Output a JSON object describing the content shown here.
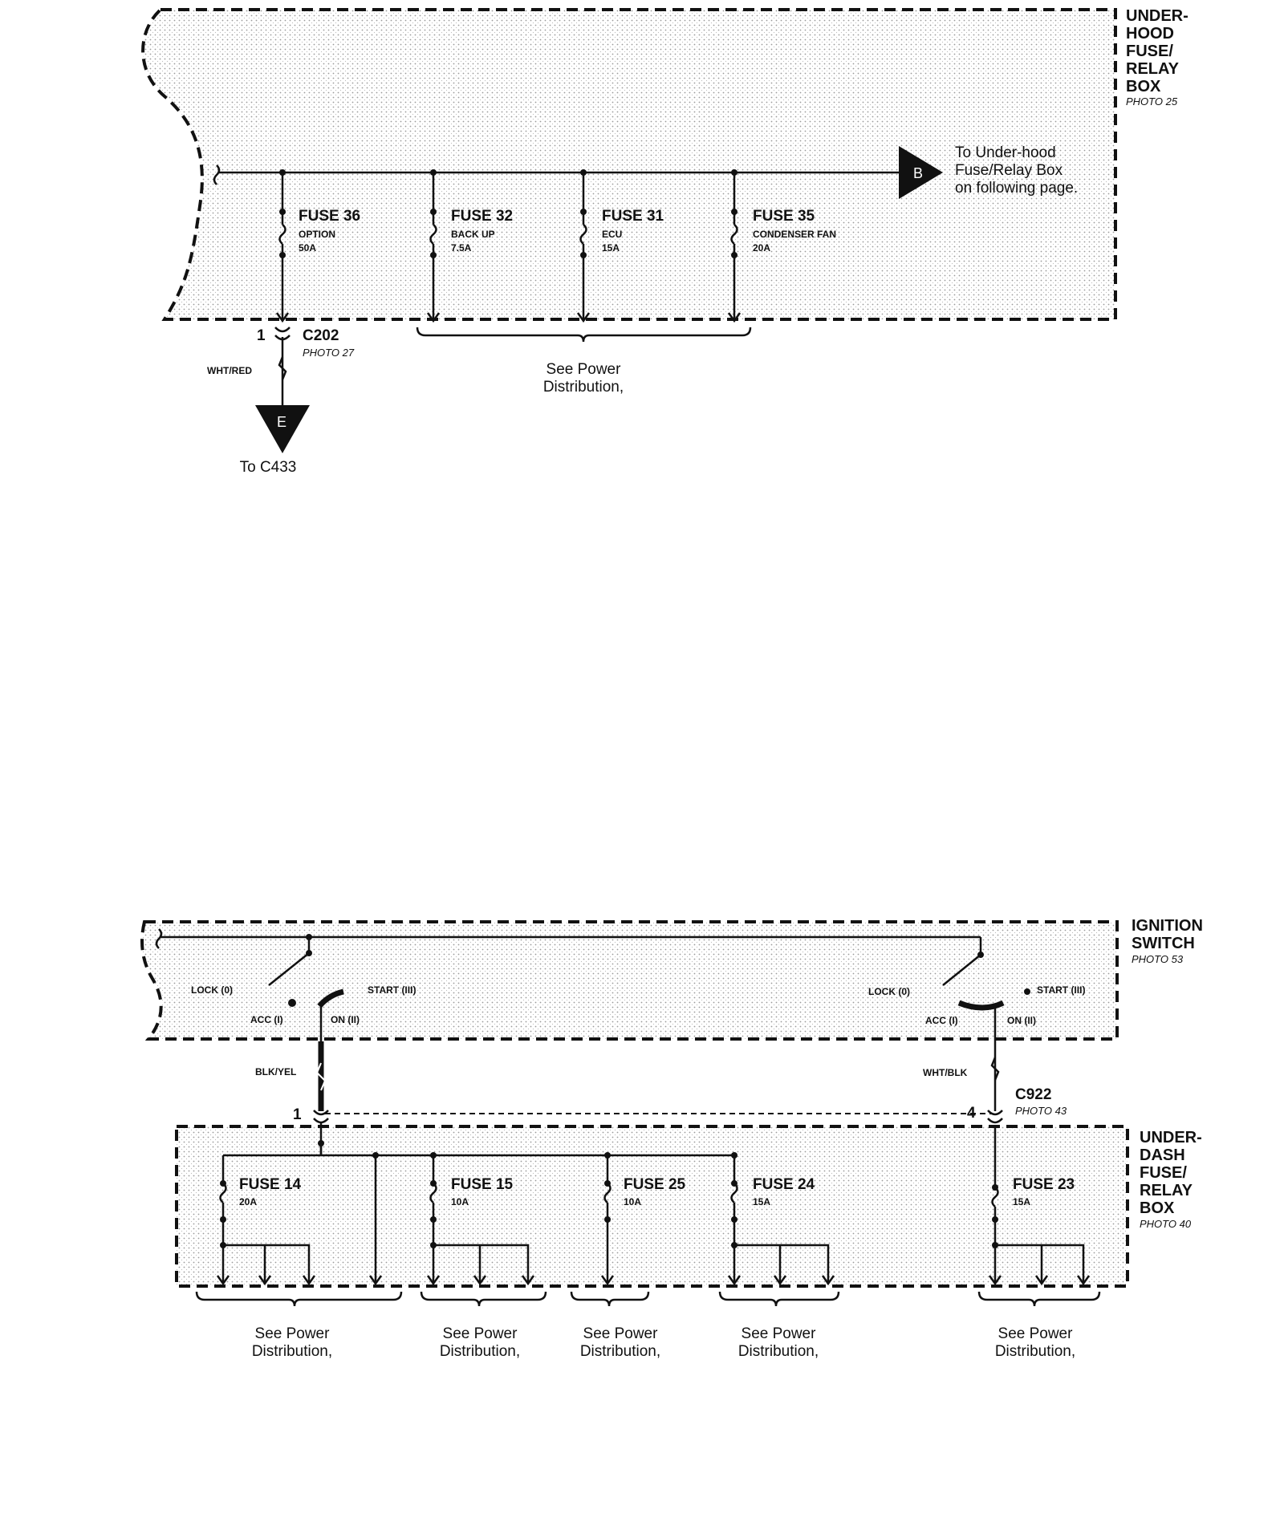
{
  "top": {
    "box_label": [
      "UNDER-",
      "HOOD",
      "FUSE/",
      "RELAY",
      "BOX"
    ],
    "box_photo": "PHOTO 25",
    "fuses": [
      {
        "name": "FUSE 36",
        "desc": "OPTION",
        "rating": "50A"
      },
      {
        "name": "FUSE 32",
        "desc": "BACK UP",
        "rating": "7.5A"
      },
      {
        "name": "FUSE 31",
        "desc": "ECU",
        "rating": "15A"
      },
      {
        "name": "FUSE 35",
        "desc": "CONDENSER FAN",
        "rating": "20A"
      }
    ],
    "connector_b": "B",
    "connector_b_note": [
      "To Under-hood",
      "Fuse/Relay Box",
      "on following page."
    ],
    "c202": {
      "pin": "1",
      "name": "C202",
      "photo": "PHOTO 27",
      "wire": "WHT/RED"
    },
    "connector_e": "E",
    "to_c433": "To C433",
    "see_power": [
      "See Power",
      "Distribution,"
    ]
  },
  "bottom": {
    "ign_label": [
      "IGNITION",
      "SWITCH"
    ],
    "ign_photo": "PHOTO 53",
    "switch_left": {
      "lock": "LOCK (0)",
      "start": "START (III)",
      "acc": "ACC (I)",
      "on": "ON (II)"
    },
    "switch_right": {
      "lock": "LOCK (0)",
      "start": "START (III)",
      "acc": "ACC (I)",
      "on": "ON (II)"
    },
    "wire_left": "BLK/YEL",
    "wire_right": "WHT/BLK",
    "pin_left": "1",
    "pin_right": "4",
    "c922": {
      "name": "C922",
      "photo": "PHOTO 43"
    },
    "box_label": [
      "UNDER-",
      "DASH",
      "FUSE/",
      "RELAY",
      "BOX"
    ],
    "box_photo": "PHOTO 40",
    "fuses": [
      {
        "name": "FUSE 14",
        "rating": "20A"
      },
      {
        "name": "FUSE 15",
        "rating": "10A"
      },
      {
        "name": "FUSE 25",
        "rating": "10A"
      },
      {
        "name": "FUSE 24",
        "rating": "15A"
      },
      {
        "name": "FUSE 23",
        "rating": "15A"
      }
    ],
    "see_power": [
      [
        "See Power",
        "Distribution,"
      ],
      [
        "See Power",
        "Distribution,"
      ],
      [
        "See Power",
        "Distribution,"
      ],
      [
        "See Power",
        "Distribution,"
      ],
      [
        "See Power",
        "Distribution,"
      ]
    ]
  }
}
